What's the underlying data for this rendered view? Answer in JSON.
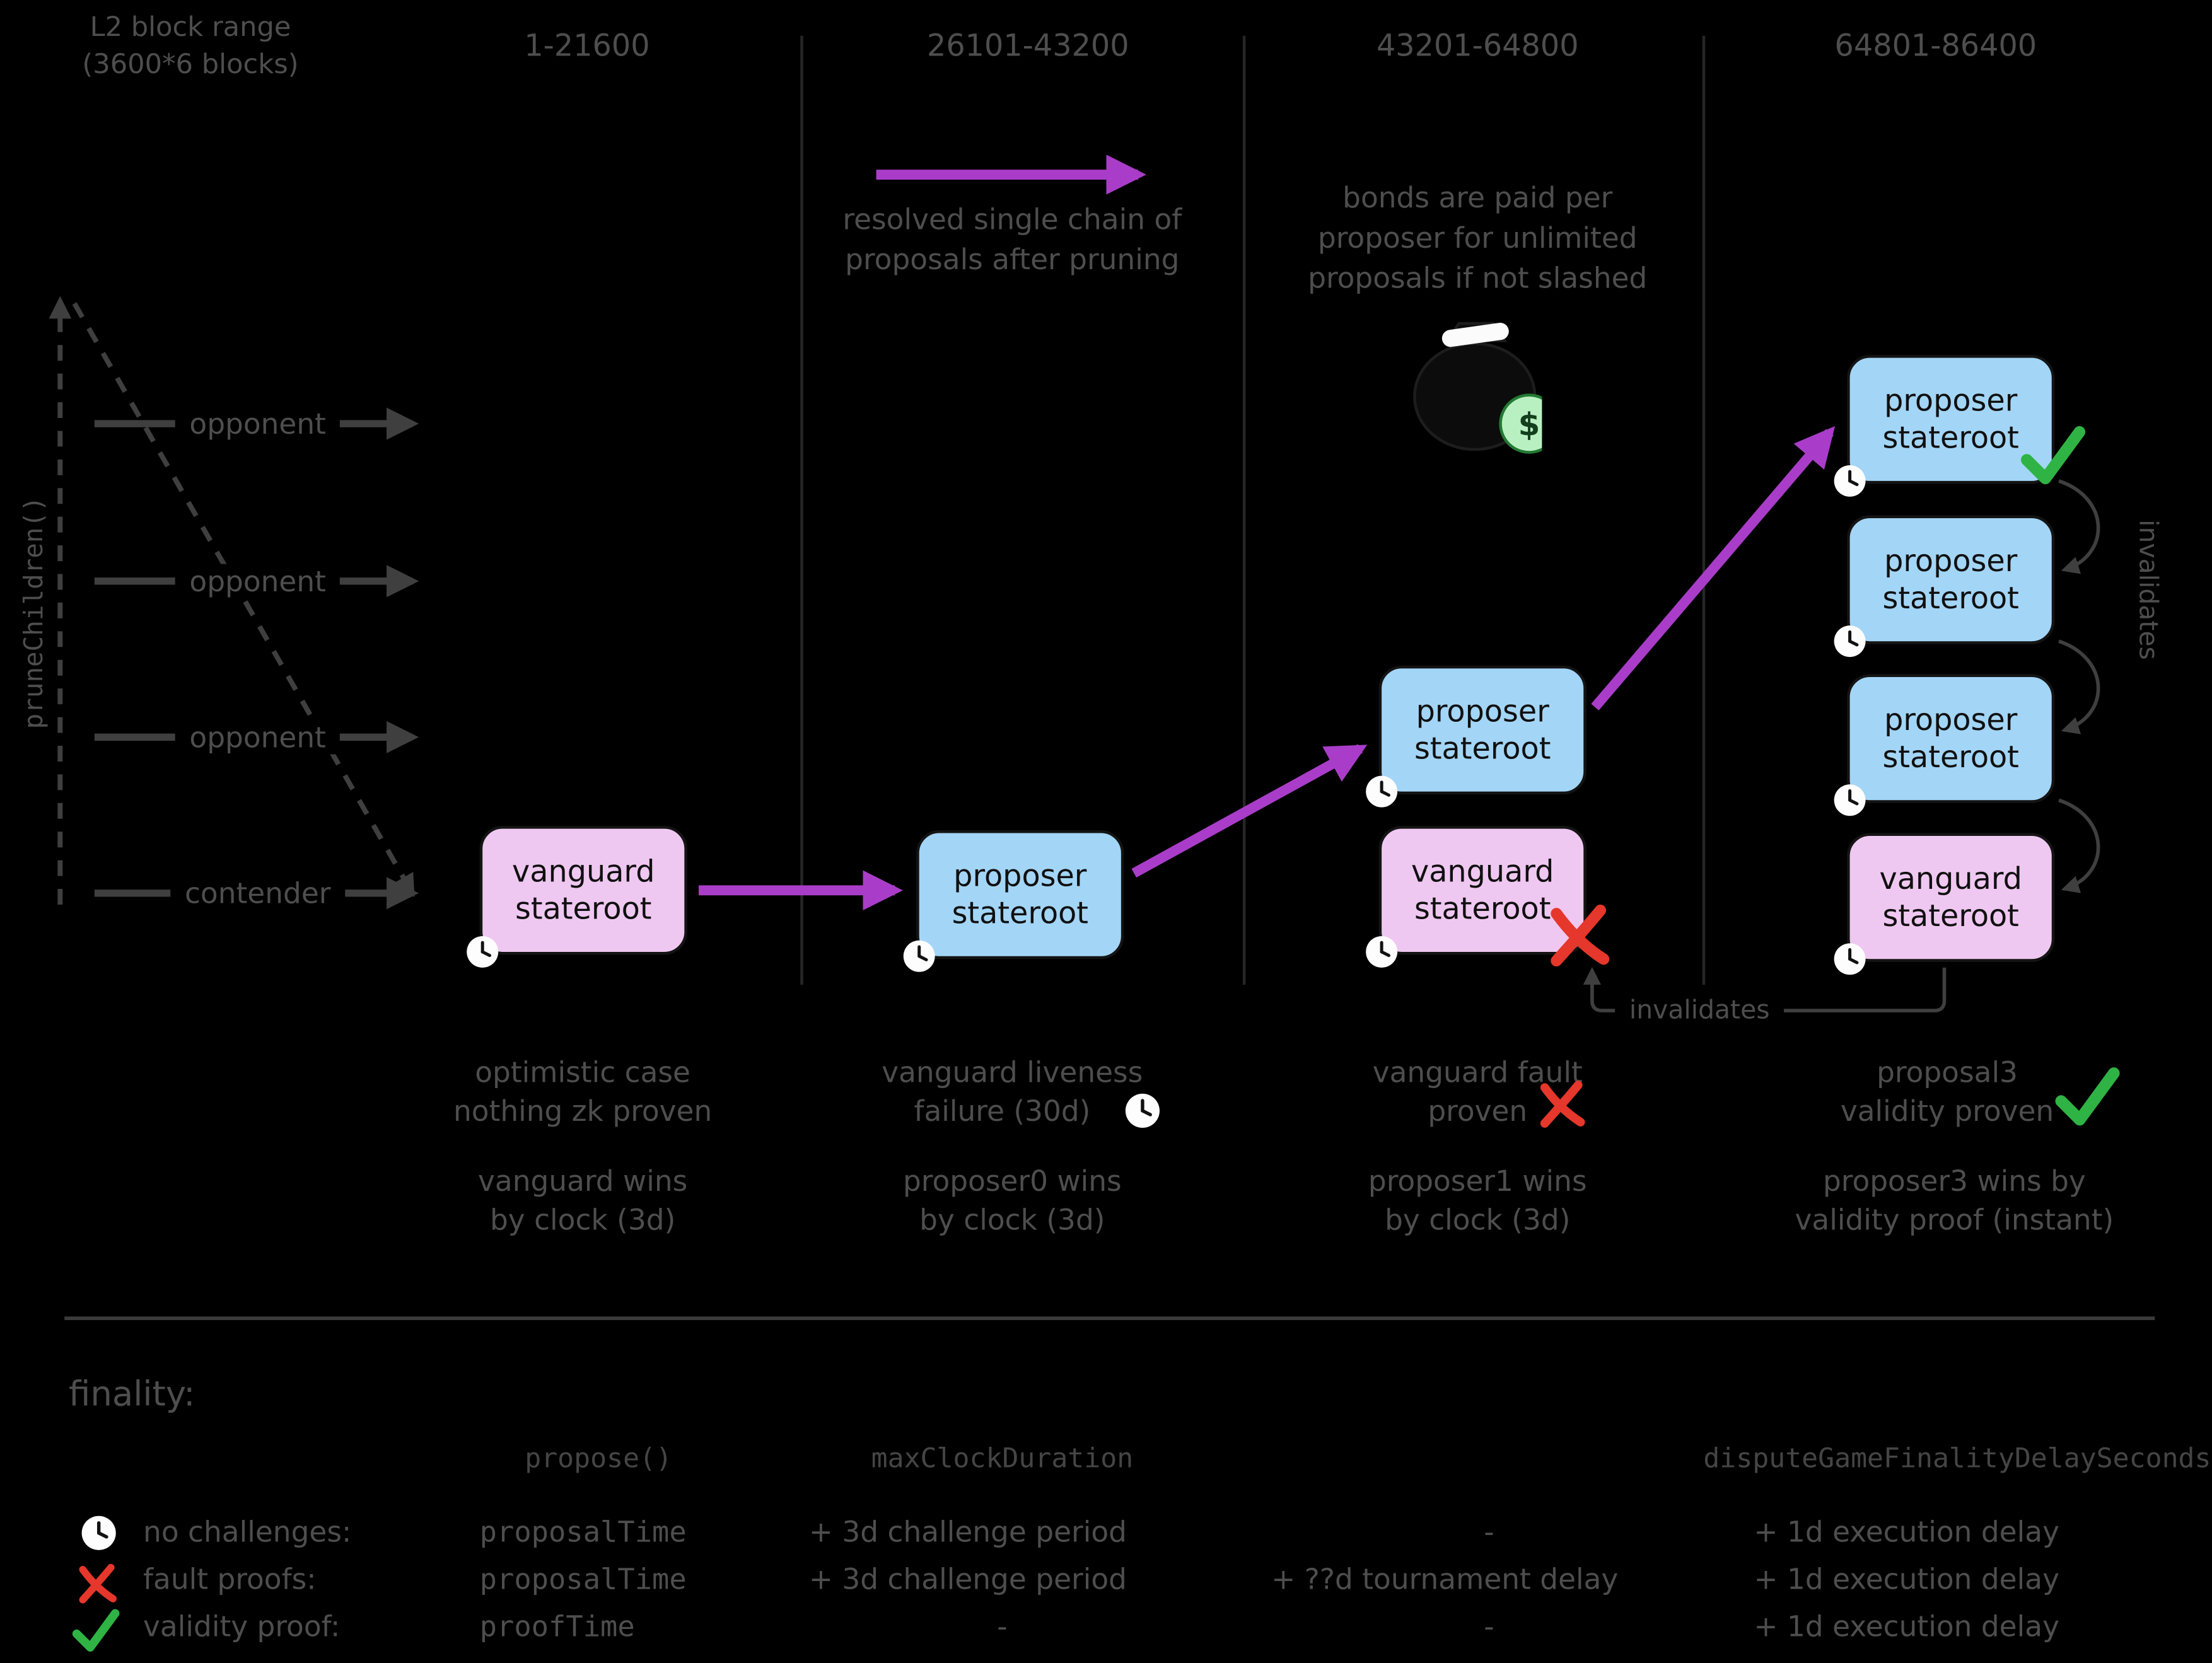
{
  "colors": {
    "background": "#000000",
    "vanguard_box_fill": "#efc8f1",
    "proposer_box_fill": "#a3d5f6",
    "purple_arrow": "#a93dc9",
    "green_check": "#2fb344",
    "red_x": "#e5372b",
    "muted_text": "#4e4e4e"
  },
  "header": {
    "range_label": [
      "L2 block range",
      "(3600*6 blocks)"
    ],
    "columns": [
      "1-21600",
      "26101-43200",
      "43201-64800",
      "64801-86400"
    ]
  },
  "left_rail": {
    "prune_label": "pruneChildren()",
    "rows": [
      "opponent",
      "opponent",
      "opponent",
      "contender"
    ]
  },
  "annotations": {
    "resolved_lines": [
      "resolved single chain of",
      "proposals after pruning"
    ],
    "bonds_lines": [
      "bonds are paid per",
      "proposer for unlimited",
      "proposals if not slashed"
    ],
    "invalidates_vertical": "invalidates",
    "invalidates_bottom": "invalidates",
    "dollar_sign": "$"
  },
  "boxes": {
    "vanguard": {
      "line1": "vanguard",
      "line2": "stateroot"
    },
    "proposer": {
      "line1": "proposer",
      "line2": "stateroot"
    }
  },
  "captions": [
    {
      "lines": [
        "optimistic case",
        "nothing zk proven"
      ],
      "result": [
        "vanguard wins",
        "by clock (3d)"
      ]
    },
    {
      "lines": [
        "vanguard liveness",
        "failure (30d)"
      ],
      "result": [
        "proposer0 wins",
        "by clock (3d)"
      ]
    },
    {
      "lines": [
        "vanguard fault",
        "proven"
      ],
      "result": [
        "proposer1 wins",
        "by clock (3d)"
      ]
    },
    {
      "lines": [
        "proposal3",
        "validity proven"
      ],
      "result": [
        "proposer3 wins by",
        "validity proof (instant)"
      ]
    }
  ],
  "finality": {
    "title": "finality:",
    "headers": [
      "propose()",
      "maxClockDuration",
      "disputeGameFinalityDelaySeconds"
    ],
    "rows": [
      {
        "label": "no challenges:",
        "propose": "proposalTime",
        "max_clock": "+ 3d challenge period",
        "tournament": "-",
        "finality_delay": "+ 1d execution delay"
      },
      {
        "label": "fault proofs:",
        "propose": "proposalTime",
        "max_clock": "+ 3d challenge period",
        "tournament": "+ ??d tournament delay",
        "finality_delay": "+ 1d execution delay"
      },
      {
        "label": "validity proof:",
        "propose": "proofTime",
        "max_clock": "-",
        "tournament": "-",
        "finality_delay": "+ 1d execution delay"
      }
    ]
  }
}
